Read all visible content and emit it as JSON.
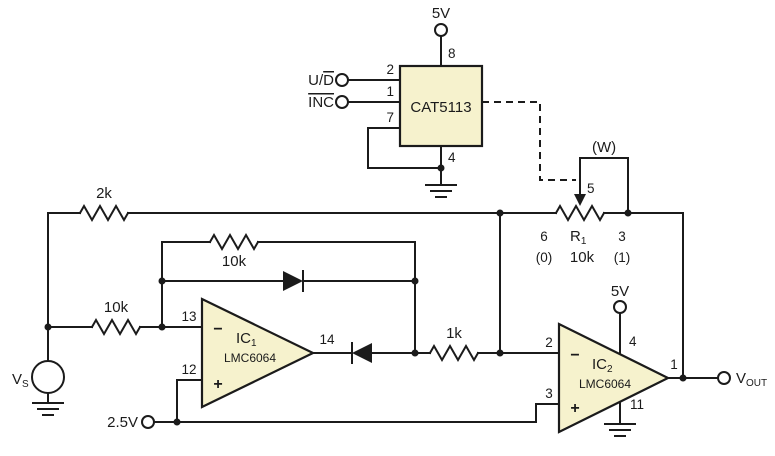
{
  "colors": {
    "wire": "#1b1b1b",
    "component_fill": "#f6f2cd",
    "background": "#ffffff"
  },
  "power": {
    "top_5v": "5V",
    "ic2_5v": "5V",
    "ref_2v5": "2.5V"
  },
  "cat5113": {
    "name": "CAT5113",
    "pins": {
      "p8": "8",
      "p2": "2",
      "p1": "1",
      "p7": "7",
      "p4": "4",
      "p5": "5"
    },
    "inputs": {
      "ud_pre": "U/",
      "ud_bar": "D",
      "inc_bar": "INC"
    },
    "wiper_label": "(W)"
  },
  "pot": {
    "ref_main": "R",
    "ref_sub": "1",
    "value": "10k",
    "left_pin": "6",
    "left_code": "(0)",
    "right_pin": "3",
    "right_code": "(1)"
  },
  "resistors": {
    "r2k": "2k",
    "r10k_in": "10k",
    "r10k_fb": "10k",
    "r1k": "1k"
  },
  "ic1": {
    "ref_main": "IC",
    "ref_sub": "1",
    "part": "LMC6064",
    "minus": "−",
    "plus": "+",
    "pin_inv": "13",
    "pin_noninv": "12",
    "pin_out": "14"
  },
  "ic2": {
    "ref_main": "IC",
    "ref_sub": "2",
    "part": "LMC6064",
    "minus": "−",
    "plus": "+",
    "pin_inv": "2",
    "pin_noninv": "3",
    "pin_out": "1",
    "pin_vplus": "4",
    "pin_vminus": "11"
  },
  "source": {
    "vs_main": "V",
    "vs_sub": "S"
  },
  "output": {
    "vout_main": "V",
    "vout_sub": "OUT"
  }
}
